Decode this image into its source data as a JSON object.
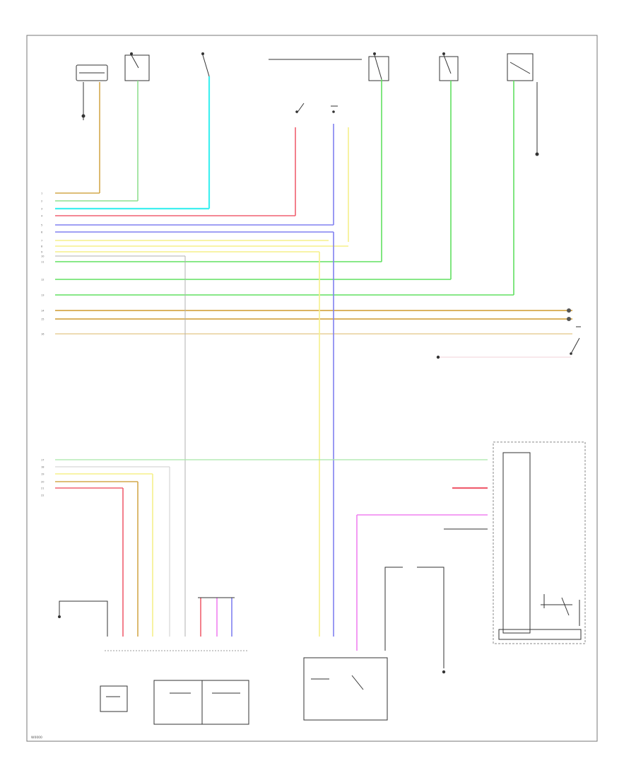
{
  "page": {
    "footer_code": "W0000"
  },
  "colors": {
    "tan": "#d4a84c",
    "light_green": "#8fe08f",
    "cyan": "#3ff0f0",
    "red": "#f06070",
    "blue": "#8080f0",
    "yellow": "#f5f08a",
    "green": "#60e060",
    "light_tan": "#e8cf9a",
    "pink": "#f080f0",
    "grey": "#b0b0b0",
    "dark": "#333333"
  },
  "pin_numbers": [
    "1",
    "2",
    "3",
    "4",
    "5",
    "6",
    "7",
    "8",
    "9",
    "10",
    "11",
    "12",
    "13",
    "14",
    "15",
    "16",
    "17",
    "18",
    "19",
    "20",
    "21",
    "22"
  ]
}
